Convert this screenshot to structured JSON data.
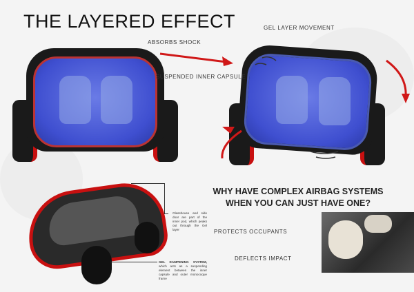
{
  "title": "THE LAYERED EFFECT",
  "labels": {
    "absorbs_shock": "ABSORBS SHOCK",
    "gel_layer_movement": "GEL LAYER MOVEMENT",
    "suspended_inner_capsule": "SUSPENDED INNER CAPSULE",
    "protects_occupants": "PROTECTS OCCUPANTS",
    "deflects_impact": "DEFLECTS IMPACT"
  },
  "question": {
    "line1": "WHY HAVE COMPLEX AIRBAG SYSTEMS",
    "line2": "WHEN YOU CAN JUST HAVE ONE?"
  },
  "annotations": {
    "glasshouse": "Glasshouse and side door are part of the inner pod, which peaks out through the Gel layer",
    "gel_title": "GEL DAMPENING SYSTEM,",
    "gel_text": " which acts as a suspending element between the inner capsule and outer monocoque frame"
  },
  "colors": {
    "accent_red": "#d01818",
    "capsule_blue": "#4656d6"
  }
}
